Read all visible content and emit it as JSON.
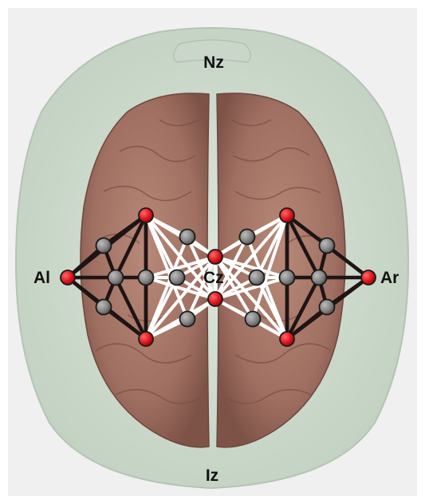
{
  "labels": {
    "nz": "Nz",
    "iz": "Iz",
    "al": "Al",
    "ar": "Ar",
    "cz": "Cz"
  },
  "colors": {
    "background": "#ffffff",
    "frame": "#f0f0f0",
    "scalp": "#cfdccf",
    "brain": "#a7786a",
    "brain_shadow": "#7e5347",
    "fiducial_node": "#e0161b",
    "electrode_node": "#8a8a8a",
    "outer_link": "#1e1414",
    "inner_link": "#ffffff"
  },
  "icons": {
    "fiducial": "red-sphere",
    "electrode": "gray-sphere"
  }
}
